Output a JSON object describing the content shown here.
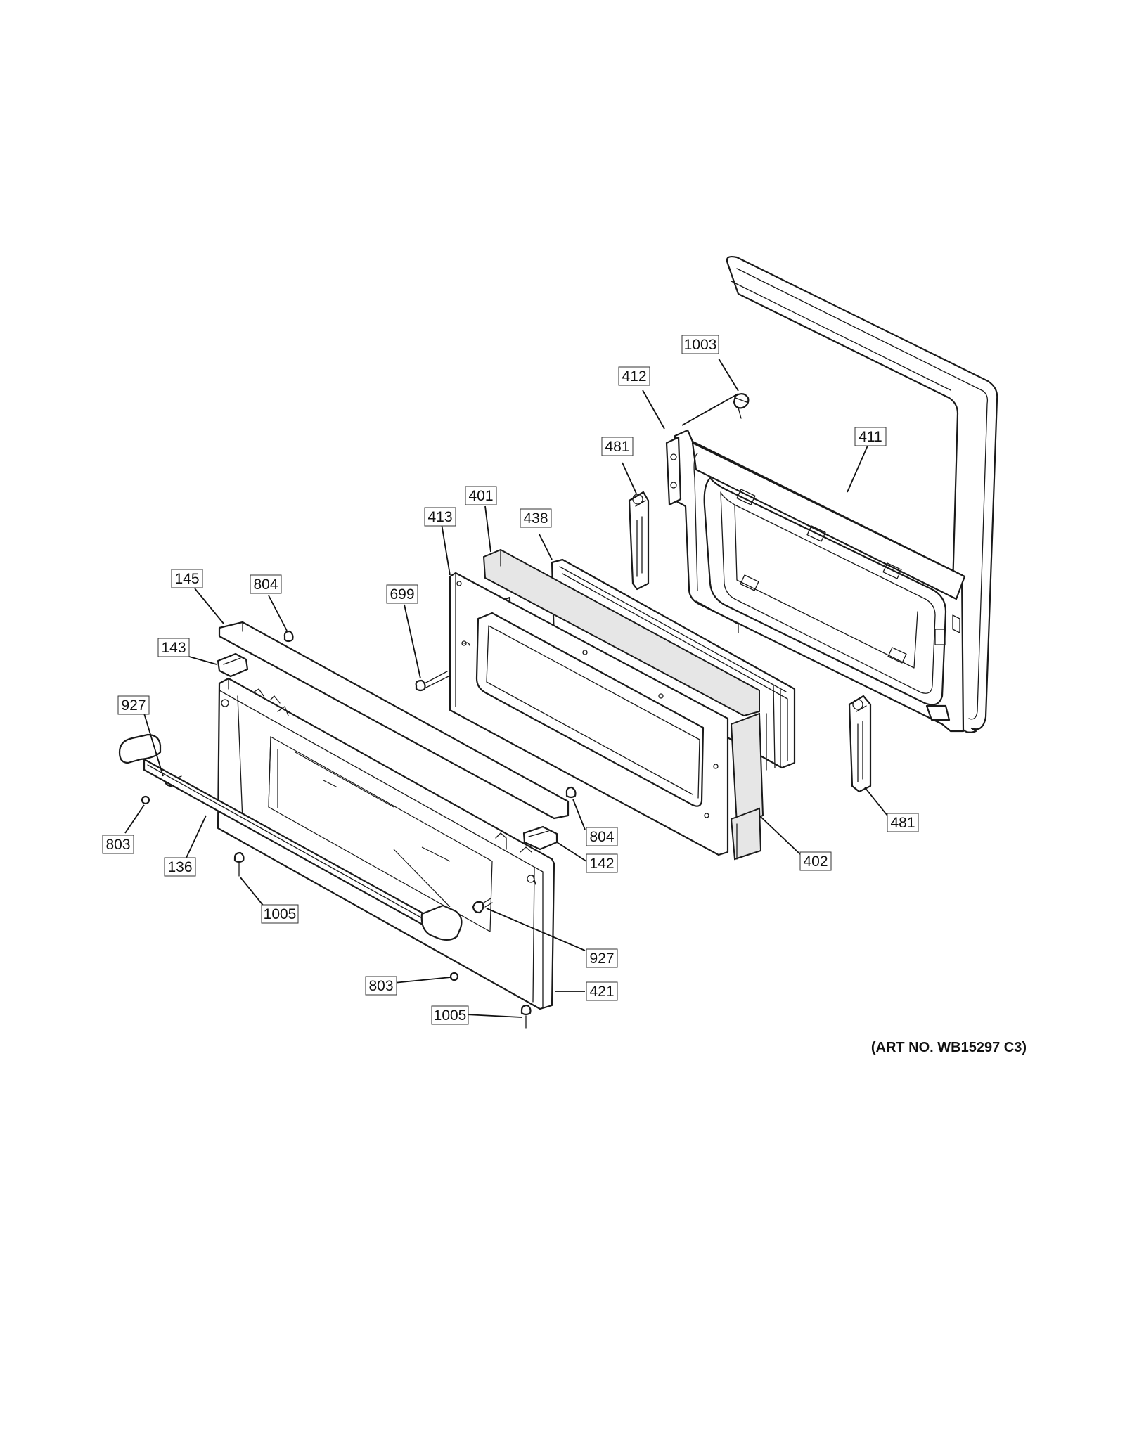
{
  "art_number": "(ART NO. WB15297 C3)",
  "callouts": {
    "c1003": "1003",
    "c412": "412",
    "c411": "411",
    "c481a": "481",
    "c401": "401",
    "c438": "438",
    "c413": "413",
    "c699": "699",
    "c145": "145",
    "c804a": "804",
    "c143": "143",
    "c927a": "927",
    "c803a": "803",
    "c136": "136",
    "c1005a": "1005",
    "c804b": "804",
    "c142": "142",
    "c402": "402",
    "c481b": "481",
    "c927b": "927",
    "c803b": "803",
    "c421": "421",
    "c1005b": "1005"
  }
}
